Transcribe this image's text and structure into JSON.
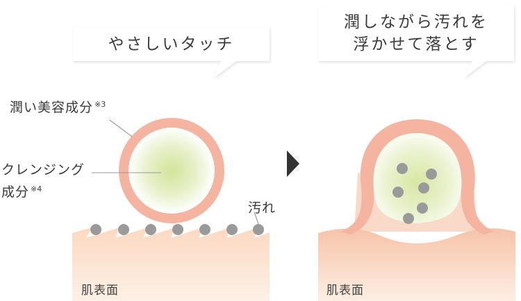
{
  "left": {
    "bubble": "やさしいタッチ",
    "moisture_label": "潤い美容成分",
    "moisture_note": "※3",
    "cleansing_label_1": "クレンジング",
    "cleansing_label_2": "成分",
    "cleansing_note": "※4",
    "dirt_label": "汚れ",
    "skin_label": "肌表面"
  },
  "right": {
    "bubble_line1": "潤しながら汚れを",
    "bubble_line2": "浮かせて落とす",
    "skin_label": "肌表面"
  },
  "colors": {
    "skin": "#fbe1cc",
    "ring": "#f4b4a0",
    "green": "#d8e8a8",
    "dirt": "#999999",
    "arrow": "#333333"
  }
}
